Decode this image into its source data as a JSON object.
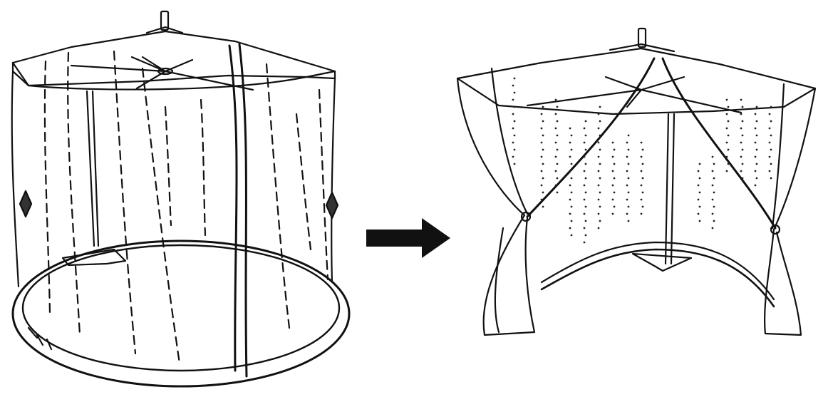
{
  "diagram": {
    "panels": [
      {
        "name": "closed-umbrella-net",
        "state": "closed"
      },
      {
        "name": "open-umbrella-net",
        "state": "curtains tied open"
      }
    ],
    "arrow": {
      "direction": "right"
    },
    "colors": {
      "ink": "#111111",
      "background": "#ffffff"
    },
    "icons": [
      "patio-umbrella-icon",
      "mosquito-net-icon",
      "right-arrow-icon"
    ]
  }
}
